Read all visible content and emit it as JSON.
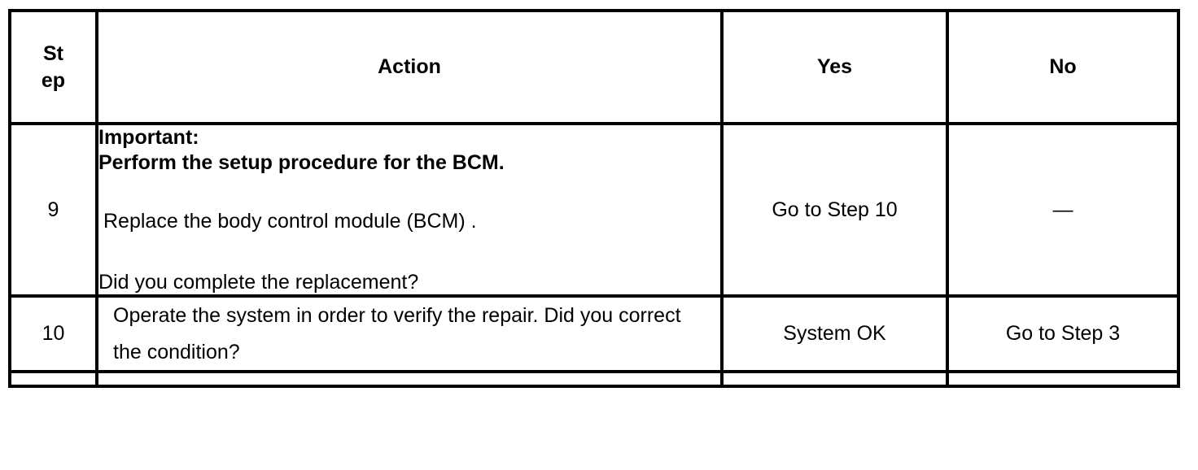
{
  "table": {
    "headers": {
      "step": "Step",
      "step_line1": "St",
      "step_line2": "ep",
      "action": "Action",
      "yes": "Yes",
      "no": "No"
    },
    "rows": [
      {
        "step": "9",
        "action_lines": [
          {
            "text": "Important:",
            "bold": true,
            "indent": false
          },
          {
            "text": "Perform the setup procedure for the BCM.",
            "bold": true,
            "indent": false
          },
          {
            "text": "Replace the body control module (BCM) .",
            "bold": false,
            "indent": true
          },
          {
            "text": "Did you complete the replacement?",
            "bold": false,
            "indent": false
          }
        ],
        "yes": "Go to Step 10",
        "no": "—"
      },
      {
        "step": "10",
        "action_text": "Operate the system in order to verify the repair. Did you correct the condition?",
        "yes": "System OK",
        "no": "Go to Step 3"
      }
    ]
  },
  "colors": {
    "border": "#000000",
    "text": "#000000",
    "background": "#ffffff"
  }
}
